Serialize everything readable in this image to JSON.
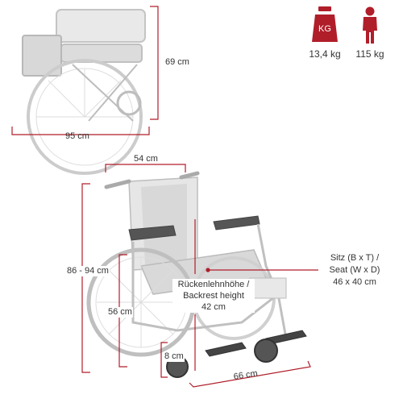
{
  "accent_color": "#b01e2a",
  "icons": {
    "weight": {
      "name": "weight-kg-icon",
      "text": "KG",
      "caption": "13,4 kg"
    },
    "user": {
      "name": "user-capacity-icon",
      "caption": "115 kg"
    }
  },
  "folded": {
    "height": "69 cm",
    "length": "95 cm"
  },
  "unfolded": {
    "width": "54 cm",
    "height": "86 - 94 cm",
    "seat_height": "56 cm",
    "wheel": "8 cm",
    "depth": "66 cm",
    "backrest_de": "Rückenlehnhöhe /",
    "backrest_en": "Backrest height",
    "backrest_value": "42 cm",
    "seat_de": "Sitz (B x T) /",
    "seat_en": "Seat (W x D)",
    "seat_value": "46 x 40 cm"
  }
}
